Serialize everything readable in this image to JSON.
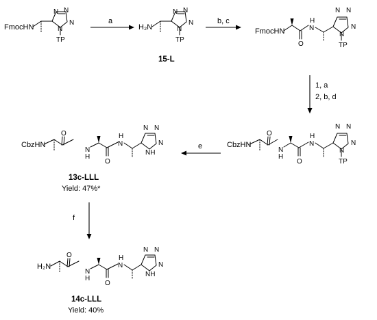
{
  "atoms": {
    "fmoc_hn": "FmocHN",
    "h2n": "H₂N",
    "cbz_hn": "CbzHN",
    "nh": "NH",
    "h": "H",
    "n": "N",
    "o": "O",
    "tp": "TP"
  },
  "reagents": {
    "step1": "a",
    "step2": "b, c",
    "step3_line1": "1, a",
    "step3_line2": "2, b, d",
    "step4": "e",
    "step5": "f"
  },
  "compounds": {
    "c15": {
      "name": "15-L"
    },
    "c13": {
      "name": "13c-LLL",
      "yield": "Yield: 47%*"
    },
    "c14": {
      "name": "14c-LLL",
      "yield": "Yield: 40%"
    }
  }
}
